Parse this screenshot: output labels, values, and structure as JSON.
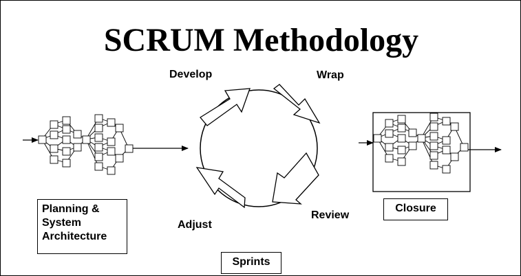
{
  "title": "SCRUM Methodology",
  "phases": {
    "planning": "Planning &\nSystem\nArchitecture",
    "closure": "Closure",
    "sprints": "Sprints"
  },
  "cycle_steps": {
    "develop": "Develop",
    "wrap": "Wrap",
    "review": "Review",
    "adjust": "Adjust"
  },
  "colors": {
    "stroke": "#000000",
    "fill": "#ffffff"
  }
}
